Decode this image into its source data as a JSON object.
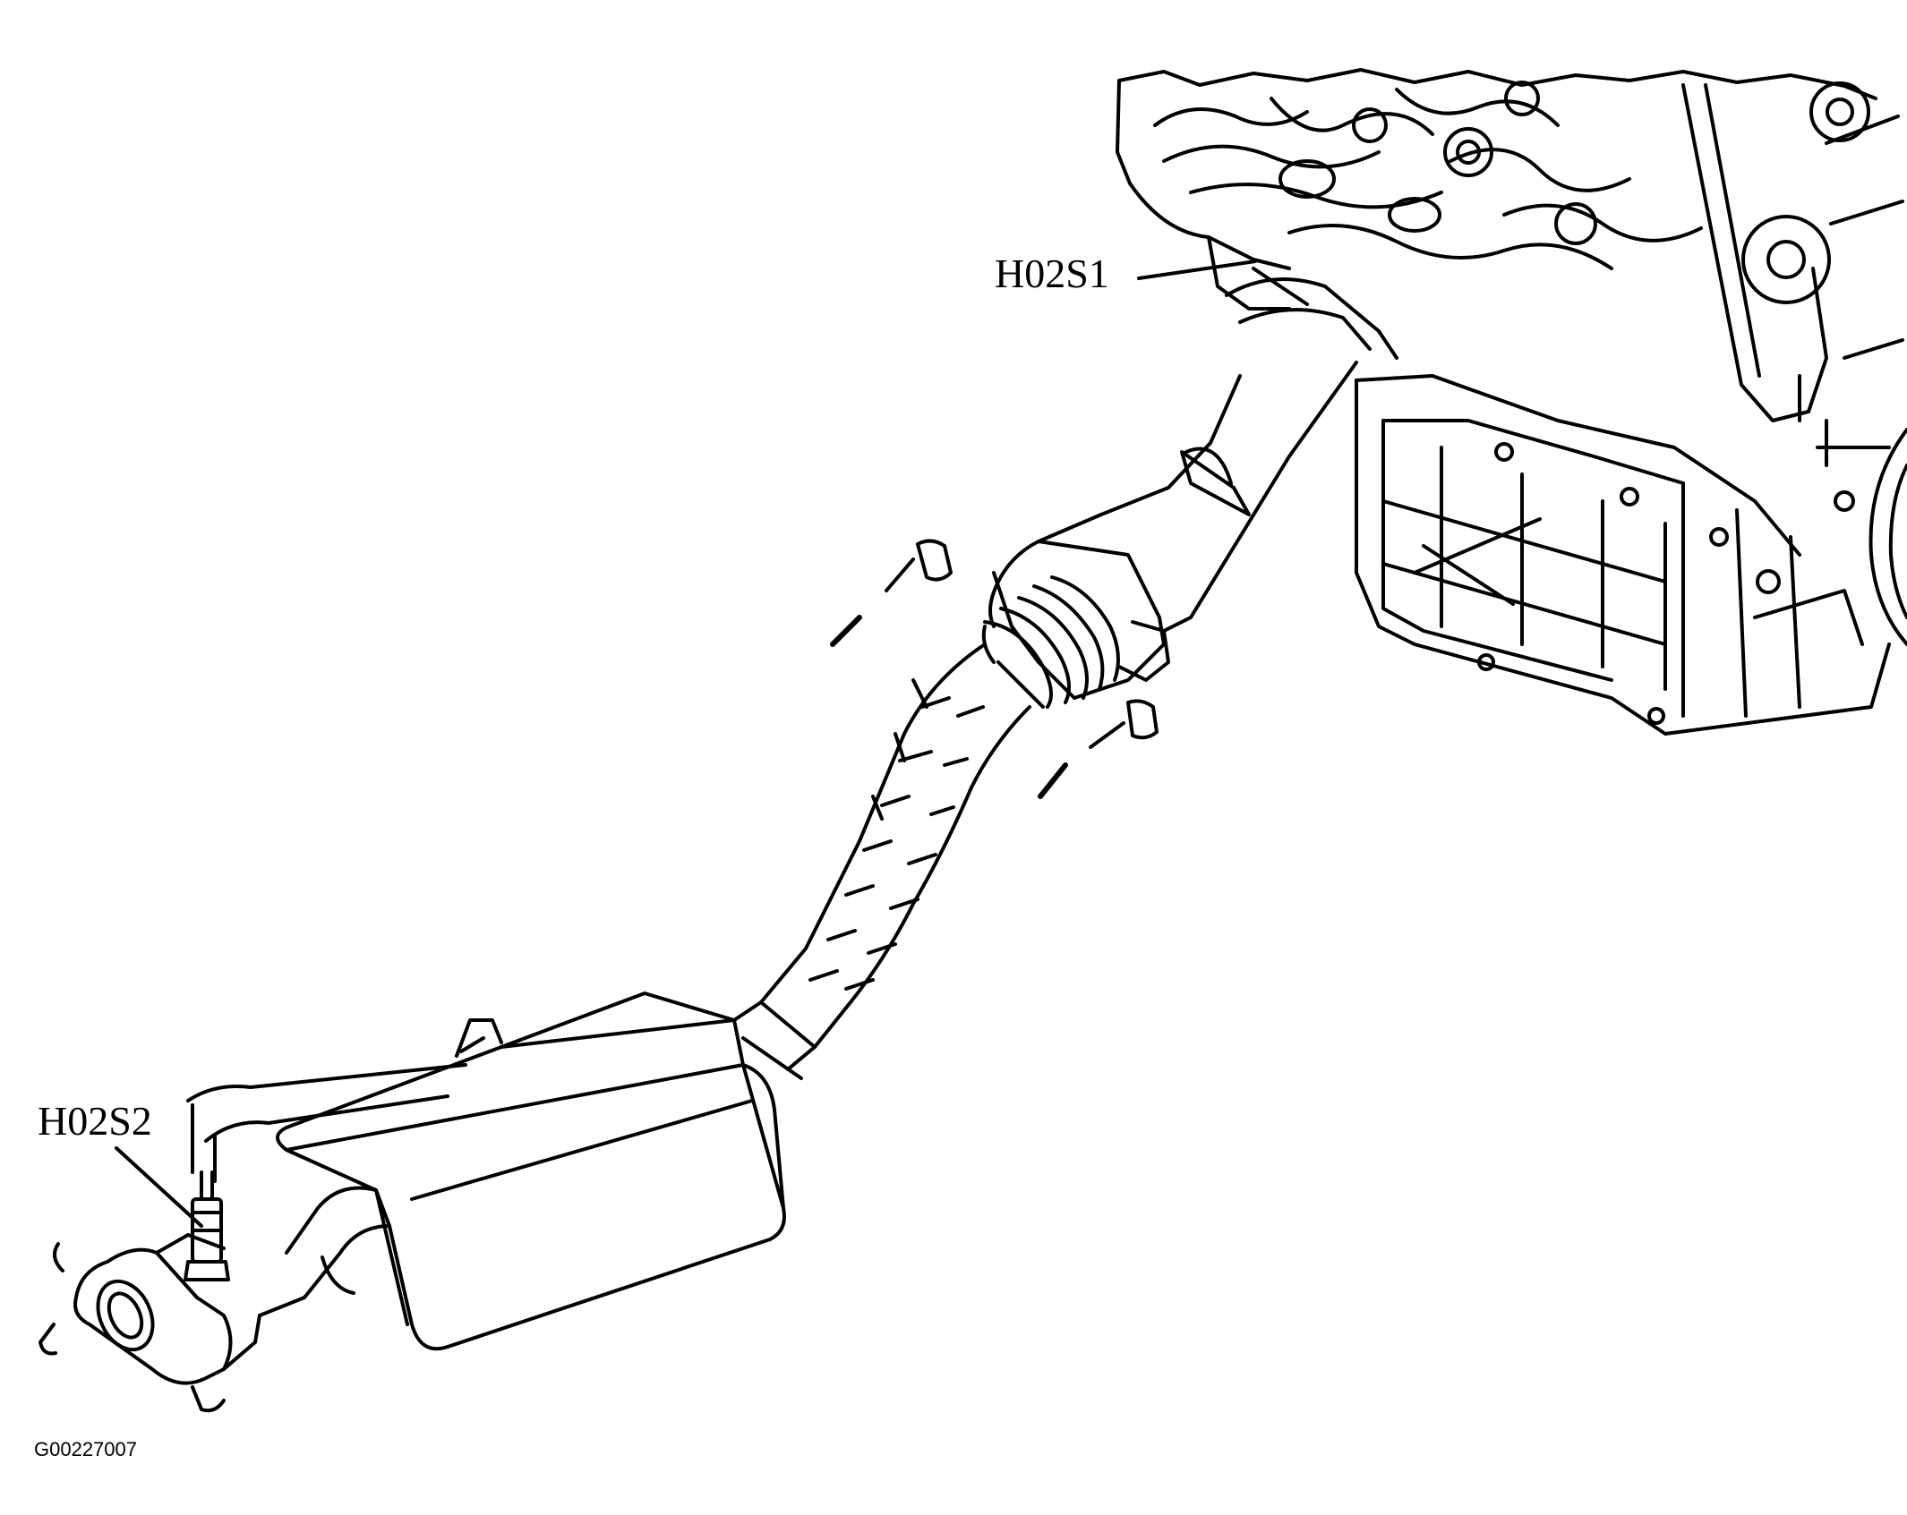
{
  "diagram": {
    "labels": {
      "upstream_sensor": "H02S1",
      "downstream_sensor": "H02S2"
    },
    "figure_id": "G00227007",
    "colors": {
      "line": "#000000",
      "background": "#ffffff"
    }
  }
}
